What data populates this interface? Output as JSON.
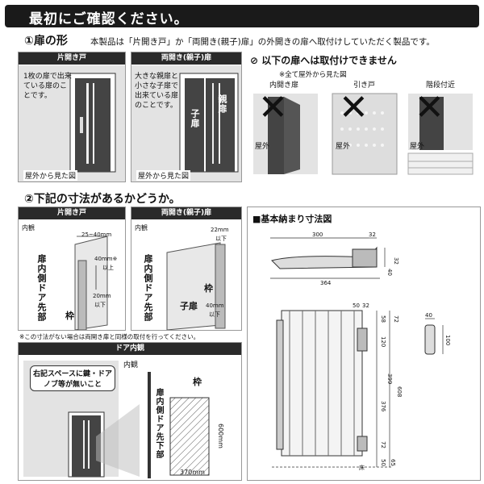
{
  "header": {
    "title": "最初にご確認ください。"
  },
  "section1": {
    "title": "①扉の形",
    "desc": "本製品は「片開き戸」か「両開き(親子)扉」の外開きの扉へ取付けしていただく製品です。",
    "panel_a": {
      "tag": "片開き戸",
      "note": "1枚の扉で出来ている扉のことです。",
      "caption": "屋外から見た図"
    },
    "panel_b": {
      "tag": "両開き(親子)扉",
      "note": "大きな親扉と小さな子扉で出来ている扉のことです。",
      "caption": "屋外から見た図",
      "child_label": "子扉",
      "parent_label": "親扉"
    },
    "ng": {
      "title": "以下の扉へは取付けできません",
      "subnote": "※全て屋外から見た図",
      "items": [
        {
          "label": "内開き扉",
          "outdoor": "屋外"
        },
        {
          "label": "引き戸",
          "outdoor": "屋外"
        },
        {
          "label": "階段付近",
          "outdoor": "屋外"
        }
      ],
      "x": "✕"
    }
  },
  "section2": {
    "title": "②下記の寸法があるかどうか。",
    "panel_a": {
      "tag": "片開き戸",
      "view": "内観",
      "dim1": "25~40mm",
      "dim2": "40mm※",
      "dim2b": "以上",
      "dim3": "20mm",
      "dim3b": "以下",
      "vert": "扉内側ドア先部",
      "frame": "枠"
    },
    "panel_b": {
      "tag": "両開き(親子)扉",
      "view": "内観",
      "dim1": "22mm",
      "dim1b": "以下",
      "dim2": "40mm",
      "dim2b": "以下",
      "vert": "扉内側ドア先部",
      "frame": "枠",
      "child": "子扉"
    },
    "footnote": "※この寸法がない場合は両開き扉と同様の取付を行ってください。",
    "door_inside": {
      "tag": "ドア内観",
      "callout": "右記スペースに鍵・ドアノブ等が無いこと",
      "view": "内観",
      "frame": "枠",
      "vert": "扉内側ドア先下部",
      "width": "370mm",
      "height": "600mm"
    }
  },
  "dims": {
    "title": "■基本納まり寸法図",
    "top": {
      "w300": "300",
      "w32": "32",
      "w364": "364",
      "h40": "40",
      "h32": "32"
    },
    "front": {
      "w50": "50",
      "w32": "32",
      "h58": "58",
      "h72": "72",
      "h120": "120",
      "h399": "399",
      "h608": "608",
      "h376": "376",
      "h72b": "72",
      "h50": "50",
      "h65": "65",
      "floor": "床"
    },
    "side": {
      "w40": "40",
      "h100": "100"
    }
  }
}
